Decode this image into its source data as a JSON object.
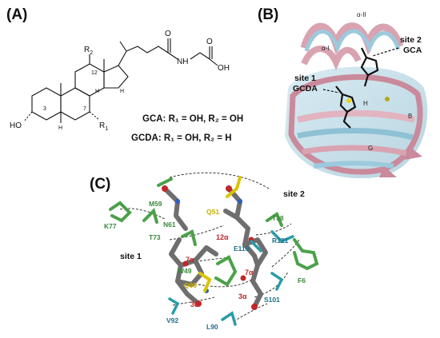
{
  "panel_a": {
    "label": "(A)",
    "r2": "R",
    "r2_sub": "2",
    "r1": "R",
    "r1_sub": "1",
    "ho": "HO",
    "nh": "NH",
    "oh": "OH",
    "o1": "O",
    "o2": "O",
    "h": "H",
    "pos3": "3",
    "pos7": "7",
    "pos12": "12",
    "gca_formula": "GCA: R₁ = OH, R₂ = OH",
    "gcda_formula": "GCDA: R₁ = OH, R₂ = H"
  },
  "panel_b": {
    "label": "(B)",
    "helix_top": "α-II",
    "helix_left": "α-I",
    "site1_line1": "site 1",
    "site1_line2": "GCDA",
    "site2_line1": "site 2",
    "site2_line2": "GCA",
    "strand_h": "H",
    "strand_g": "G",
    "strand_b": "B"
  },
  "panel_c": {
    "label": "(C)",
    "site1": "site 1",
    "site2": "site 2",
    "residues": {
      "m59": "M59",
      "n61": "N61",
      "k77": "K77",
      "t73": "T73",
      "w49": "W49",
      "v92": "V92",
      "l90": "L90",
      "t38": "T38",
      "r121": "R121",
      "e110": "E110",
      "s101": "S101",
      "f6": "F6",
      "q51": "Q51",
      "q99": "Q99"
    },
    "alpha_labels": {
      "a12": "12α",
      "a7_s1": "7α",
      "a3_s1": "3α",
      "a7_s2": "7α",
      "a3_s2": "3α"
    }
  }
}
